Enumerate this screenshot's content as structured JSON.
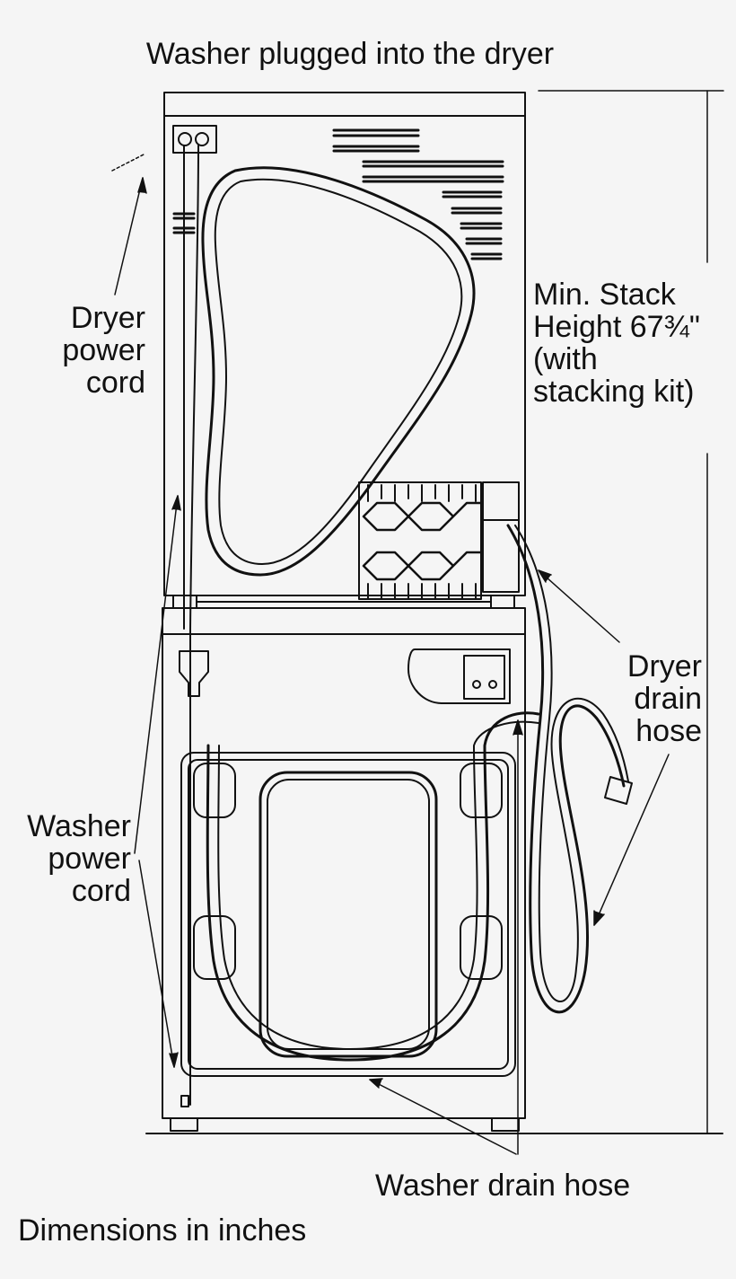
{
  "title": "Washer plugged into the dryer",
  "footnote": "Dimensions in inches",
  "labels": {
    "dryer_power_cord": [
      "Dryer",
      "power",
      "cord"
    ],
    "washer_power_cord": [
      "Washer",
      "power",
      "cord"
    ],
    "dryer_drain_hose": [
      "Dryer",
      "drain",
      "hose"
    ],
    "washer_drain_hose": "Washer drain hose",
    "min_stack_height": [
      "Min. Stack",
      "Height 67¾\"",
      "(with",
      "stacking kit)"
    ]
  },
  "colors": {
    "background": "#f5f5f5",
    "line": "#111111"
  }
}
